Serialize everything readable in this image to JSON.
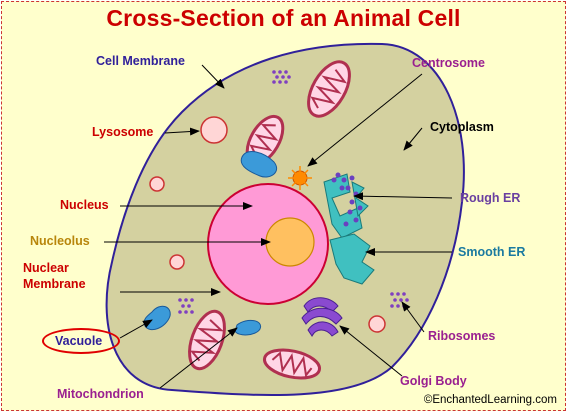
{
  "title": "Cross-Section of an Animal Cell",
  "credit": "©EnchantedLearning.com",
  "colors": {
    "background": "#ffffcc",
    "cytoplasm": "#d4d1a0",
    "membrane": "#30209a",
    "nucleus": "#ff9ad6",
    "nucleolus": "#ffc060",
    "lysosome": "#ffd6d6",
    "mitochondrion": "#b03050",
    "vacuole": "#3b9ad9",
    "er": "#40c0c0",
    "golgi": "#8a4ad0",
    "ribosome": "#8040c0",
    "centrosome": "#ff8a00",
    "highlight": "#e00000"
  },
  "labels": {
    "cell_membrane": "Cell Membrane",
    "lysosome": "Lysosome",
    "nucleus": "Nucleus",
    "nucleolus": "Nucleolus",
    "nuclear_membrane": "Nuclear\nMembrane",
    "vacuole": "Vacuole",
    "mitochondrion": "Mitochondrion",
    "centrosome": "Centrosome",
    "cytoplasm": "Cytoplasm",
    "rough_er": "Rough ER",
    "smooth_er": "Smooth ER",
    "ribosomes": "Ribosomes",
    "golgi_body": "Golgi Body"
  }
}
